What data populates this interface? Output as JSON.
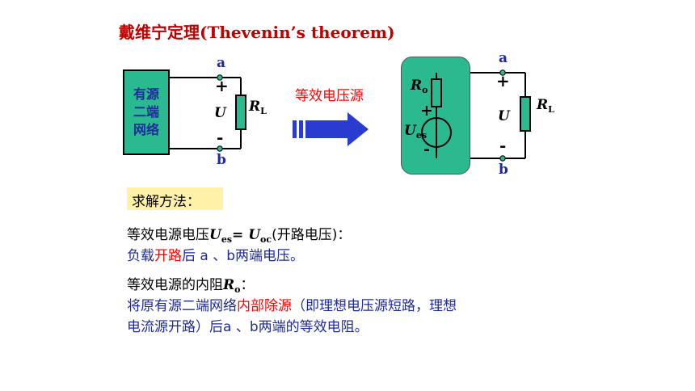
{
  "title": "戴维宁定理(Thevenin’s theorem)",
  "left_circuit": {
    "box_lines": [
      "有源",
      "二端",
      "网络"
    ],
    "node_a": "a",
    "node_b": "b",
    "plus": "+",
    "minus": "-",
    "voltage": "U",
    "load": "R",
    "load_sub": "L"
  },
  "arrow_label": "等效电压源",
  "right_circuit": {
    "node_a": "a",
    "node_b": "b",
    "plus": "+",
    "minus": "-",
    "voltage": "U",
    "load": "R",
    "load_sub": "L",
    "r0": "R",
    "r0_sub": "o",
    "src": "U",
    "src_sub": "es",
    "src_plus": "+",
    "src_minus": "-"
  },
  "method_label": "求解方法：",
  "line1": {
    "prefix": "等效电源电压",
    "u1": "U",
    "u1_sub": "es",
    "eq": "= ",
    "u2": "U",
    "u2_sub": "oc",
    "suffix": "(开路电压)："
  },
  "line2": {
    "a": "负载",
    "b": "开路",
    "c": "后 a 、b两端电压。"
  },
  "line3": {
    "prefix": "等效电源的内阻",
    "r": "R",
    "r_sub": "o",
    "suffix": "："
  },
  "line4": {
    "a": "将原有源二端网络",
    "b": "内部除源",
    "c": "（即理想电压源短路，理想"
  },
  "line5": "电流源开路）后a 、b两端的等效电阻。",
  "colors": {
    "title": "#c00000",
    "blue_text": "#1f2a9c",
    "red_text": "#ff0000",
    "network_fill": "#2bb98f",
    "arrow": "#2a3bd0",
    "method_bg": "#fff2a8"
  }
}
